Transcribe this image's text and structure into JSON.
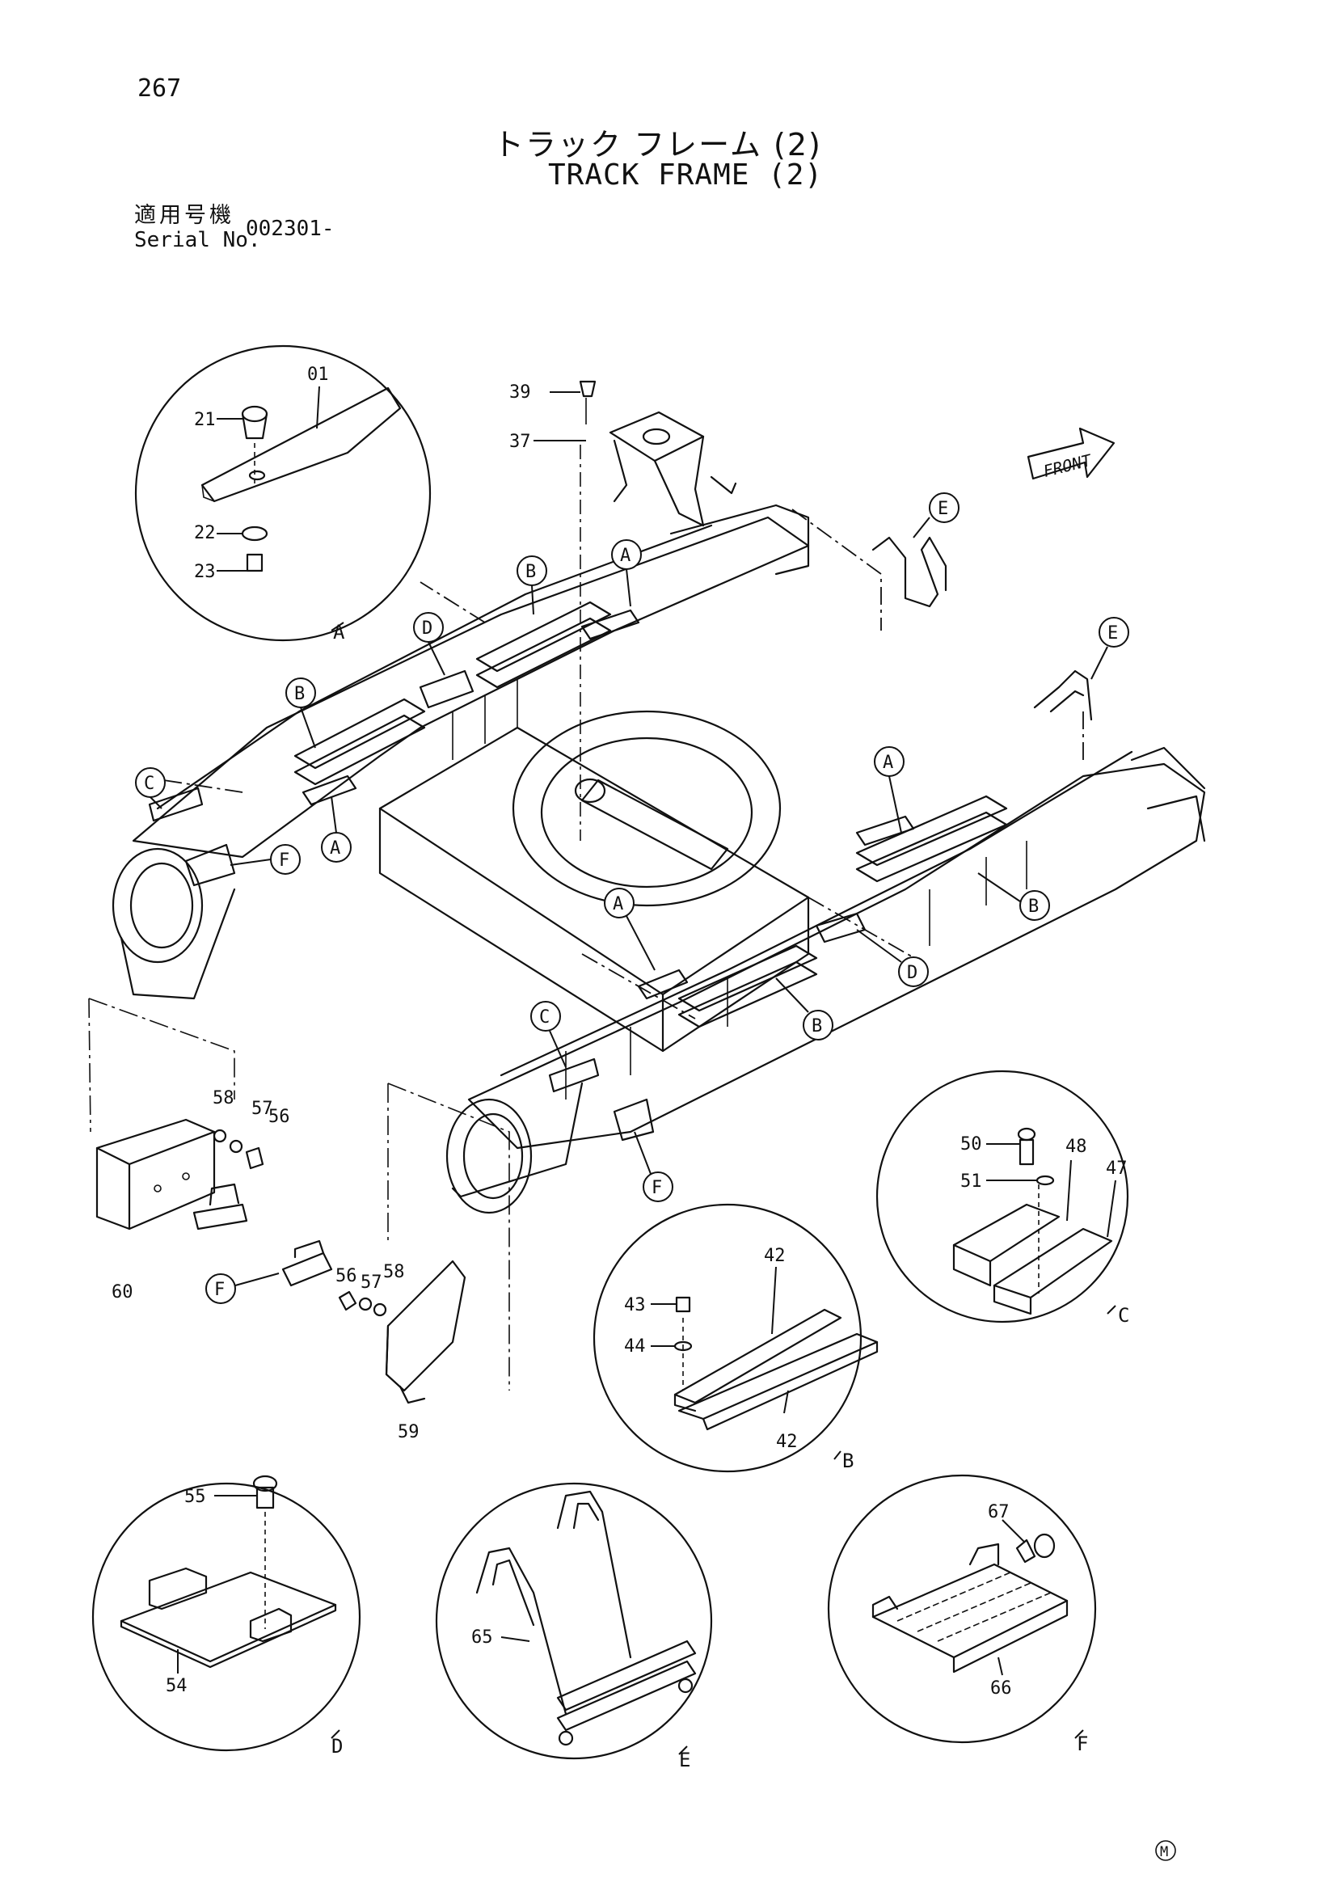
{
  "page_number": "267",
  "title_jp": "トラック フレーム (2)",
  "title_en": "TRACK FRAME (2)",
  "serial_label_jp": "適用号機",
  "serial_label_en": "Serial No.",
  "serial_value": "002301-",
  "front_label": "FRONT",
  "part_numbers": [
    "01",
    "21",
    "22",
    "23",
    "37",
    "39",
    "42",
    "43",
    "44",
    "47",
    "48",
    "50",
    "51",
    "54",
    "55",
    "56",
    "57",
    "58",
    "59",
    "60",
    "65",
    "66",
    "67"
  ],
  "reference_callouts": [
    "A",
    "B",
    "C",
    "D",
    "E",
    "F"
  ],
  "detail_views": [
    "A",
    "B",
    "C",
    "D",
    "E",
    "F"
  ],
  "footer_mark": "M"
}
